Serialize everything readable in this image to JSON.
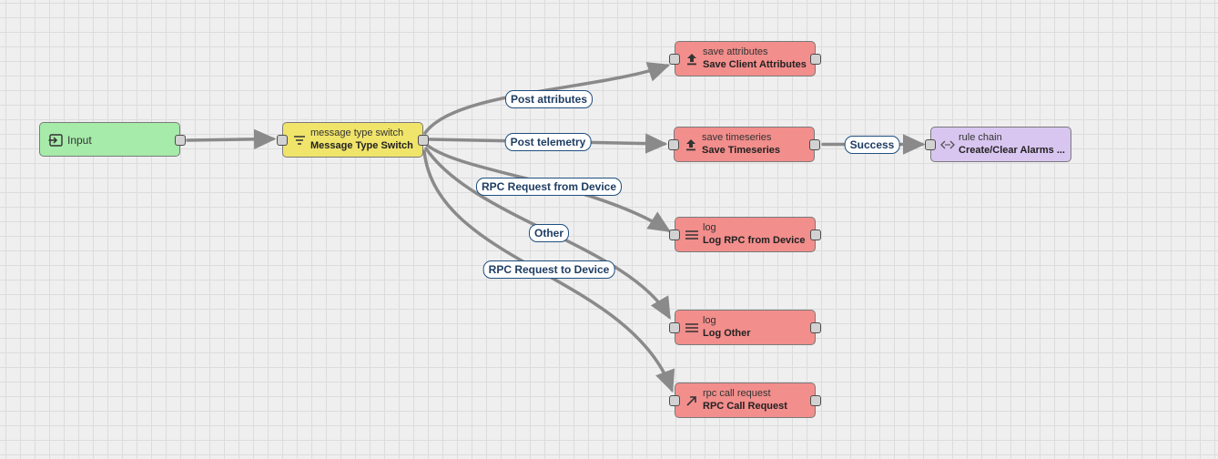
{
  "colors": {
    "input_node": "#a6ebaa",
    "filter_node": "#f0e46a",
    "action_node": "#f28e8c",
    "flow_node": "#d9c6f0",
    "edge": "#8a8a8a",
    "label_border": "#1f4f80"
  },
  "nodes": {
    "input": {
      "label": "Input",
      "icon": "input-icon"
    },
    "switch": {
      "type": "message type switch",
      "name": "Message Type Switch",
      "icon": "filter-icon"
    },
    "save_attributes": {
      "type": "save attributes",
      "name": "Save Client Attributes",
      "icon": "upload-icon"
    },
    "save_timeseries": {
      "type": "save timeseries",
      "name": "Save Timeseries",
      "icon": "upload-icon"
    },
    "rule_chain": {
      "type": "rule chain",
      "name": "Create/Clear Alarms ...",
      "icon": "code-brackets-icon"
    },
    "log_rpc": {
      "type": "log",
      "name": "Log RPC from Device",
      "icon": "menu-lines-icon"
    },
    "log_other": {
      "type": "log",
      "name": "Log Other",
      "icon": "menu-lines-icon"
    },
    "rpc_call": {
      "type": "rpc call request",
      "name": "RPC Call Request",
      "icon": "arrow-up-right-icon"
    }
  },
  "edges": {
    "post_attributes": "Post attributes",
    "post_telemetry": "Post telemetry",
    "rpc_from_device": "RPC Request from Device",
    "other": "Other",
    "rpc_to_device": "RPC Request to Device",
    "success": "Success"
  }
}
